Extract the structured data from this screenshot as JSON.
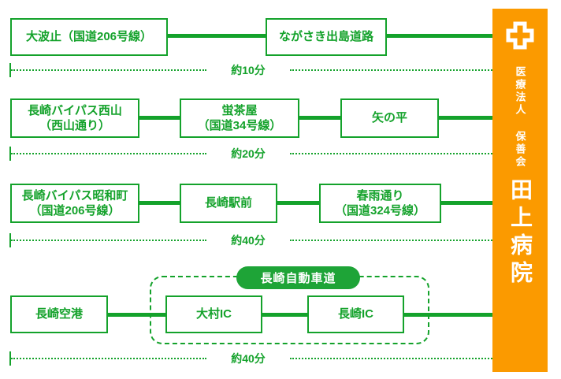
{
  "colors": {
    "green": "#14A22B",
    "orange": "#FB9A00",
    "pill_green": "#1EA437",
    "white": "#ffffff"
  },
  "banner": {
    "icon": "medical-cross-icon",
    "org": "医療法人 保善会",
    "name": "田上病院"
  },
  "routes": [
    {
      "stops": [
        [
          "大波止（国道206号線）"
        ],
        [
          "ながさき出島道路"
        ]
      ],
      "duration": "約10分"
    },
    {
      "stops": [
        [
          "長崎バイパス西山",
          "（西山通り）"
        ],
        [
          "蛍茶屋",
          "（国道34号線）"
        ],
        [
          "矢の平"
        ]
      ],
      "duration": "約20分"
    },
    {
      "stops": [
        [
          "長崎バイパス昭和町",
          "（国道206号線）"
        ],
        [
          "長崎駅前"
        ],
        [
          "春雨通り",
          "（国道324号線）"
        ]
      ],
      "duration": "約40分"
    },
    {
      "highway": "長崎自動車道",
      "stops": [
        [
          "長崎空港"
        ],
        [
          "大村IC"
        ],
        [
          "長崎IC"
        ]
      ],
      "duration": "約40分"
    }
  ]
}
